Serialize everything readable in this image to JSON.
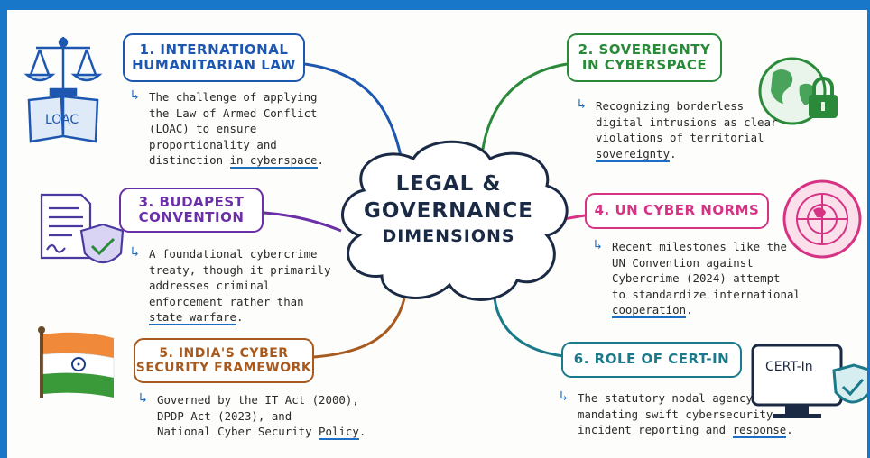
{
  "center": {
    "line1": "LEGAL &",
    "line2": "GOVERNANCE",
    "line3": "DIMENSIONS"
  },
  "topics": [
    {
      "title_l1": "1. INTERNATIONAL",
      "title_l2": "HUMANITARIAN LAW",
      "desc": [
        "The challenge of applying",
        "the Law of Armed Conflict",
        "(LOAC) to ensure",
        "proportionality and"
      ],
      "desc_last_pre": "distinction ",
      "desc_last_hl": "in cyberspace",
      "desc_last_post": ".",
      "color": "#1e57b0",
      "icon_label": "LOAC"
    },
    {
      "title_l1": "2. SOVEREIGNTY",
      "title_l2": "IN CYBERSPACE",
      "desc": [
        "Recognizing borderless",
        "digital intrusions as clear",
        "violations of territorial"
      ],
      "desc_last_pre": "",
      "desc_last_hl": "sovereignty",
      "desc_last_post": ".",
      "color": "#2a8a3a"
    },
    {
      "title_l1": "3. BUDAPEST",
      "title_l2": "CONVENTION",
      "desc": [
        "A foundational cybercrime",
        "treaty, though it primarily",
        "addresses criminal",
        "enforcement rather than"
      ],
      "desc_last_pre": "",
      "desc_last_hl": "state warfare",
      "desc_last_post": ".",
      "color": "#6b2fa8"
    },
    {
      "title_l1": "4. UN CYBER NORMS",
      "title_l2": "",
      "desc": [
        "Recent milestones like the",
        "UN Convention against",
        "Cybercrime (2024) attempt",
        "to standardize international"
      ],
      "desc_last_pre": "",
      "desc_last_hl": "cooperation",
      "desc_last_post": ".",
      "color": "#d63384"
    },
    {
      "title_l1": "5. INDIA'S CYBER",
      "title_l2": "SECURITY FRAMEWORK",
      "desc": [
        "Governed by the IT Act (2000),",
        "DPDP Act (2023), and"
      ],
      "desc_last_pre": "National Cyber Security ",
      "desc_last_hl": "Policy",
      "desc_last_post": ".",
      "color": "#a85a1e"
    },
    {
      "title_l1": "6. ROLE OF CERT-IN",
      "title_l2": "",
      "desc": [
        "The statutory nodal agency",
        "mandating swift cybersecurity"
      ],
      "desc_last_pre": "incident reporting and ",
      "desc_last_hl": "response",
      "desc_last_post": ".",
      "color": "#1a7a8a",
      "icon_label": "CERT-In"
    }
  ],
  "accent": {
    "frame": "#1877c9",
    "center_ink": "#1b2a44"
  },
  "icons": [
    "scales-of-justice-icon",
    "globe-lock-icon",
    "signed-document-shield-icon",
    "un-emblem-icon",
    "india-flag-icon",
    "monitor-shield-icon"
  ]
}
